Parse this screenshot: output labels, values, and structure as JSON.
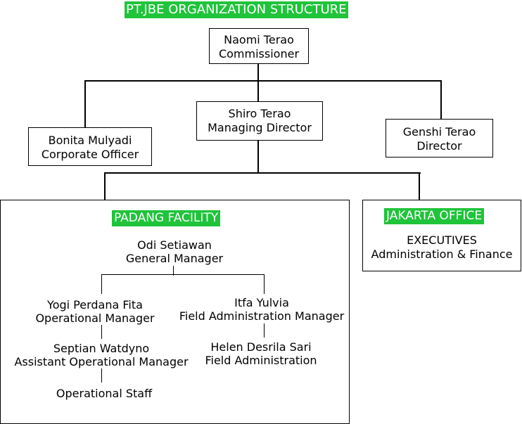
{
  "title": "PT.JBE ORGANIZATION STRUCTURE",
  "commissioner": {
    "name": "Naomi Terao",
    "role": "Commissioner"
  },
  "managing_director": {
    "name": "Shiro Terao",
    "role": "Managing Director"
  },
  "corporate_officer": {
    "name": "Bonita Mulyadi",
    "role": "Corporate Officer"
  },
  "director": {
    "name": "Genshi Terao",
    "role": "Director"
  },
  "padang": {
    "label": "PADANG FACILITY",
    "general_manager": {
      "name": "Odi Setiawan",
      "role": "General Manager"
    },
    "operational_manager": {
      "name": "Yogi Perdana Fita",
      "role": "Operational Manager"
    },
    "field_admin_manager": {
      "name": "Itfa Yulvia",
      "role": "Field Administration Manager"
    },
    "assistant_operational_manager": {
      "name": "Septian Watdyno",
      "role": "Assistant Operational Manager"
    },
    "field_admin": {
      "name": "Helen Desrila Sari",
      "role": "Field Administration"
    },
    "operational_staff": "Operational Staff"
  },
  "jakarta": {
    "label": "JAKARTA OFFICE",
    "line1": "EXECUTIVES",
    "line2": "Administration & Finance"
  },
  "colors": {
    "label_background": "#1fc43a",
    "label_text": "#ffffff",
    "line": "#000000"
  }
}
